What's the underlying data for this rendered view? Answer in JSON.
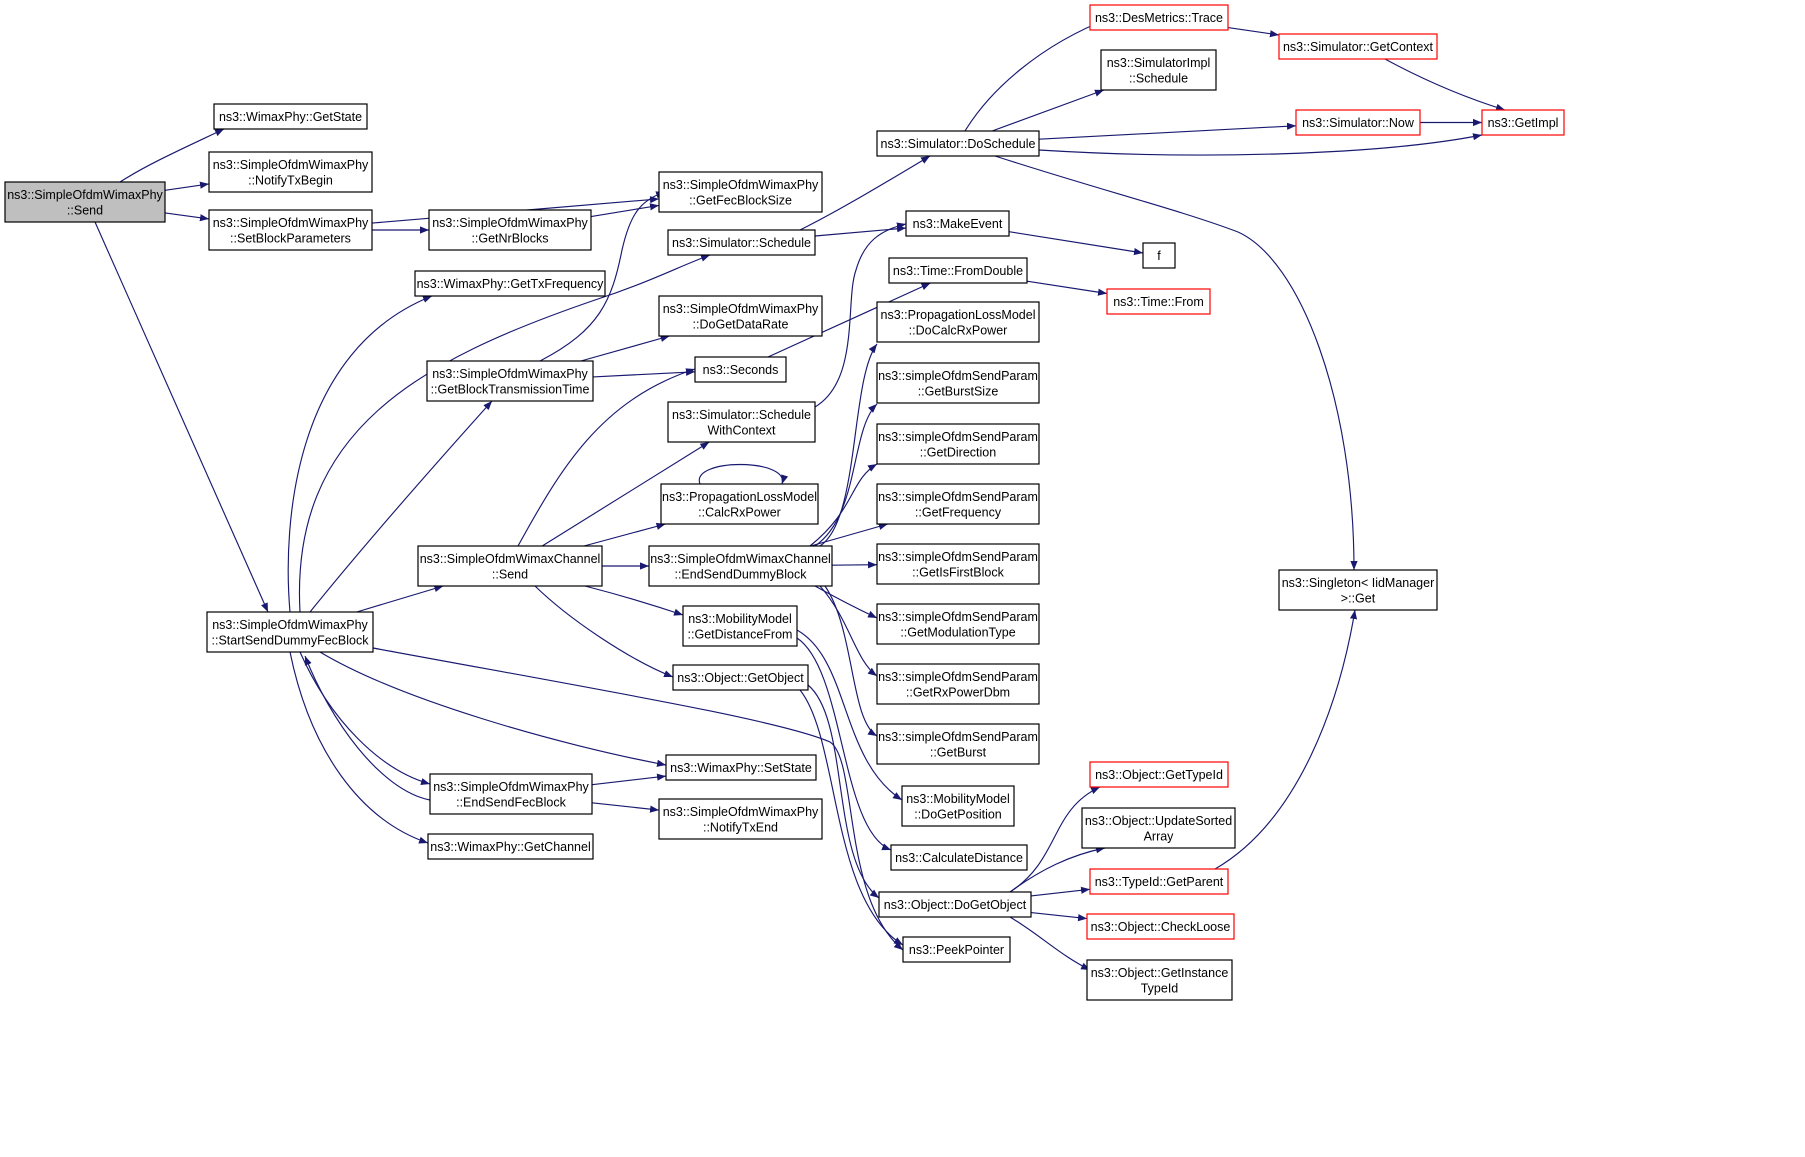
{
  "colors": {
    "edge": "#191970",
    "node_border": "#000000",
    "node_border_truncated": "#ff0000",
    "root_fill": "#bfbfbf",
    "node_fill": "#ffffff"
  },
  "nodes": [
    {
      "id": "root",
      "lines": [
        "ns3::SimpleOfdmWimaxPhy",
        "::Send"
      ],
      "style": "root"
    },
    {
      "id": "getState",
      "lines": [
        "ns3::WimaxPhy::GetState"
      ]
    },
    {
      "id": "notifyTxBegin",
      "lines": [
        "ns3::SimpleOfdmWimaxPhy",
        "::NotifyTxBegin"
      ]
    },
    {
      "id": "setBlockParams",
      "lines": [
        "ns3::SimpleOfdmWimaxPhy",
        "::SetBlockParameters"
      ]
    },
    {
      "id": "getNrBlocks",
      "lines": [
        "ns3::SimpleOfdmWimaxPhy",
        "::GetNrBlocks"
      ]
    },
    {
      "id": "getFecBlockSize",
      "lines": [
        "ns3::SimpleOfdmWimaxPhy",
        "::GetFecBlockSize"
      ]
    },
    {
      "id": "getTxFrequency",
      "lines": [
        "ns3::WimaxPhy::GetTxFrequency"
      ]
    },
    {
      "id": "simSchedule",
      "lines": [
        "ns3::Simulator::Schedule"
      ]
    },
    {
      "id": "doGetDataRate",
      "lines": [
        "ns3::SimpleOfdmWimaxPhy",
        "::DoGetDataRate"
      ]
    },
    {
      "id": "getBlockTxTime",
      "lines": [
        "ns3::SimpleOfdmWimaxPhy",
        "::GetBlockTransmissionTime"
      ]
    },
    {
      "id": "seconds",
      "lines": [
        "ns3::Seconds"
      ]
    },
    {
      "id": "schedWithContext",
      "lines": [
        "ns3::Simulator::Schedule",
        "WithContext"
      ]
    },
    {
      "id": "calcRxPower",
      "lines": [
        "ns3::PropagationLossModel",
        "::CalcRxPower"
      ]
    },
    {
      "id": "chanSend",
      "lines": [
        "ns3::SimpleOfdmWimaxChannel",
        "::Send"
      ]
    },
    {
      "id": "endSendDummy",
      "lines": [
        "ns3::SimpleOfdmWimaxChannel",
        "::EndSendDummyBlock"
      ]
    },
    {
      "id": "startSendDummy",
      "lines": [
        "ns3::SimpleOfdmWimaxPhy",
        "::StartSendDummyFecBlock"
      ]
    },
    {
      "id": "getDistanceFrom",
      "lines": [
        "ns3::MobilityModel",
        "::GetDistanceFrom"
      ]
    },
    {
      "id": "getObject",
      "lines": [
        "ns3::Object::GetObject"
      ]
    },
    {
      "id": "setState",
      "lines": [
        "ns3::WimaxPhy::SetState"
      ]
    },
    {
      "id": "endSendFec",
      "lines": [
        "ns3::SimpleOfdmWimaxPhy",
        "::EndSendFecBlock"
      ]
    },
    {
      "id": "notifyTxEnd",
      "lines": [
        "ns3::SimpleOfdmWimaxPhy",
        "::NotifyTxEnd"
      ]
    },
    {
      "id": "getChannel",
      "lines": [
        "ns3::WimaxPhy::GetChannel"
      ]
    },
    {
      "id": "doSchedule",
      "lines": [
        "ns3::Simulator::DoSchedule"
      ]
    },
    {
      "id": "makeEvent",
      "lines": [
        "ns3::MakeEvent"
      ]
    },
    {
      "id": "fromDouble",
      "lines": [
        "ns3::Time::FromDouble"
      ]
    },
    {
      "id": "doCalcRxPower",
      "lines": [
        "ns3::PropagationLossModel",
        "::DoCalcRxPower"
      ]
    },
    {
      "id": "getBurstSize",
      "lines": [
        "ns3::simpleOfdmSendParam",
        "::GetBurstSize"
      ]
    },
    {
      "id": "getDirection",
      "lines": [
        "ns3::simpleOfdmSendParam",
        "::GetDirection"
      ]
    },
    {
      "id": "getFrequency",
      "lines": [
        "ns3::simpleOfdmSendParam",
        "::GetFrequency"
      ]
    },
    {
      "id": "getIsFirstBlock",
      "lines": [
        "ns3::simpleOfdmSendParam",
        "::GetIsFirstBlock"
      ]
    },
    {
      "id": "getModType",
      "lines": [
        "ns3::simpleOfdmSendParam",
        "::GetModulationType"
      ]
    },
    {
      "id": "getRxPowerDbm",
      "lines": [
        "ns3::simpleOfdmSendParam",
        "::GetRxPowerDbm"
      ]
    },
    {
      "id": "getBurst",
      "lines": [
        "ns3::simpleOfdmSendParam",
        "::GetBurst"
      ]
    },
    {
      "id": "doGetPosition",
      "lines": [
        "ns3::MobilityModel",
        "::DoGetPosition"
      ]
    },
    {
      "id": "calcDistance",
      "lines": [
        "ns3::CalculateDistance"
      ]
    },
    {
      "id": "doGetObject",
      "lines": [
        "ns3::Object::DoGetObject"
      ]
    },
    {
      "id": "peekPointer",
      "lines": [
        "ns3::PeekPointer"
      ]
    },
    {
      "id": "desMetricsTrace",
      "lines": [
        "ns3::DesMetrics::Trace"
      ],
      "style": "truncated"
    },
    {
      "id": "simImplSchedule",
      "lines": [
        "ns3::SimulatorImpl",
        "::Schedule"
      ]
    },
    {
      "id": "simGetContext",
      "lines": [
        "ns3::Simulator::GetContext"
      ],
      "style": "truncated"
    },
    {
      "id": "simNow",
      "lines": [
        "ns3::Simulator::Now"
      ],
      "style": "truncated"
    },
    {
      "id": "getImpl",
      "lines": [
        "ns3::GetImpl"
      ],
      "style": "truncated"
    },
    {
      "id": "f",
      "lines": [
        "f"
      ]
    },
    {
      "id": "timeFrom",
      "lines": [
        "ns3::Time::From"
      ],
      "style": "truncated"
    },
    {
      "id": "singletonGet",
      "lines": [
        "ns3::Singleton< IidManager",
        ">::Get"
      ]
    },
    {
      "id": "getTypeId",
      "lines": [
        "ns3::Object::GetTypeId"
      ],
      "style": "truncated"
    },
    {
      "id": "updateSorted",
      "lines": [
        "ns3::Object::UpdateSorted",
        "Array"
      ]
    },
    {
      "id": "typeIdGetParent",
      "lines": [
        "ns3::TypeId::GetParent"
      ],
      "style": "truncated"
    },
    {
      "id": "checkLoose",
      "lines": [
        "ns3::Object::CheckLoose"
      ],
      "style": "truncated"
    },
    {
      "id": "getInstanceTypeId",
      "lines": [
        "ns3::Object::GetInstance",
        "TypeId"
      ]
    }
  ],
  "edges": [
    {
      "from": "root",
      "to": "getState"
    },
    {
      "from": "root",
      "to": "notifyTxBegin"
    },
    {
      "from": "root",
      "to": "setBlockParams"
    },
    {
      "from": "root",
      "to": "startSendDummy"
    },
    {
      "from": "setBlockParams",
      "to": "getNrBlocks"
    },
    {
      "from": "setBlockParams",
      "to": "getFecBlockSize"
    },
    {
      "from": "getNrBlocks",
      "to": "getFecBlockSize"
    },
    {
      "from": "startSendDummy",
      "to": "getTxFrequency"
    },
    {
      "from": "startSendDummy",
      "to": "simSchedule"
    },
    {
      "from": "startSendDummy",
      "to": "getBlockTxTime"
    },
    {
      "from": "startSendDummy",
      "to": "chanSend"
    },
    {
      "from": "startSendDummy",
      "to": "endSendFec"
    },
    {
      "from": "startSendDummy",
      "to": "setState"
    },
    {
      "from": "startSendDummy",
      "to": "getChannel"
    },
    {
      "from": "startSendDummy",
      "to": "peekPointer"
    },
    {
      "from": "endSendFec",
      "to": "startSendDummy"
    },
    {
      "from": "endSendFec",
      "to": "setState"
    },
    {
      "from": "endSendFec",
      "to": "notifyTxEnd"
    },
    {
      "from": "getBlockTxTime",
      "to": "getFecBlockSize"
    },
    {
      "from": "getBlockTxTime",
      "to": "doGetDataRate"
    },
    {
      "from": "getBlockTxTime",
      "to": "seconds"
    },
    {
      "from": "simSchedule",
      "to": "doSchedule"
    },
    {
      "from": "simSchedule",
      "to": "makeEvent"
    },
    {
      "from": "seconds",
      "to": "fromDouble"
    },
    {
      "from": "schedWithContext",
      "to": "makeEvent"
    },
    {
      "from": "chanSend",
      "to": "seconds"
    },
    {
      "from": "chanSend",
      "to": "schedWithContext"
    },
    {
      "from": "chanSend",
      "to": "calcRxPower"
    },
    {
      "from": "chanSend",
      "to": "endSendDummy"
    },
    {
      "from": "chanSend",
      "to": "getDistanceFrom"
    },
    {
      "from": "chanSend",
      "to": "getObject"
    },
    {
      "from": "calcRxPower",
      "to": "calcRxPower"
    },
    {
      "from": "endSendDummy",
      "to": "doCalcRxPower"
    },
    {
      "from": "endSendDummy",
      "to": "getBurstSize"
    },
    {
      "from": "endSendDummy",
      "to": "getDirection"
    },
    {
      "from": "endSendDummy",
      "to": "getFrequency"
    },
    {
      "from": "endSendDummy",
      "to": "getIsFirstBlock"
    },
    {
      "from": "endSendDummy",
      "to": "getModType"
    },
    {
      "from": "endSendDummy",
      "to": "getRxPowerDbm"
    },
    {
      "from": "endSendDummy",
      "to": "getBurst"
    },
    {
      "from": "getDistanceFrom",
      "to": "doGetPosition"
    },
    {
      "from": "getDistanceFrom",
      "to": "calcDistance"
    },
    {
      "from": "getObject",
      "to": "doGetObject"
    },
    {
      "from": "getObject",
      "to": "peekPointer"
    },
    {
      "from": "makeEvent",
      "to": "f"
    },
    {
      "from": "fromDouble",
      "to": "timeFrom"
    },
    {
      "from": "doSchedule",
      "to": "desMetricsTrace"
    },
    {
      "from": "doSchedule",
      "to": "simImplSchedule"
    },
    {
      "from": "doSchedule",
      "to": "simNow"
    },
    {
      "from": "doSchedule",
      "to": "getImpl"
    },
    {
      "from": "doSchedule",
      "to": "singletonGet"
    },
    {
      "from": "desMetricsTrace",
      "to": "simGetContext"
    },
    {
      "from": "simGetContext",
      "to": "getImpl"
    },
    {
      "from": "simNow",
      "to": "getImpl"
    },
    {
      "from": "doGetObject",
      "to": "getTypeId"
    },
    {
      "from": "doGetObject",
      "to": "updateSorted"
    },
    {
      "from": "doGetObject",
      "to": "typeIdGetParent"
    },
    {
      "from": "doGetObject",
      "to": "checkLoose"
    },
    {
      "from": "doGetObject",
      "to": "getInstanceTypeId"
    },
    {
      "from": "typeIdGetParent",
      "to": "singletonGet"
    }
  ]
}
